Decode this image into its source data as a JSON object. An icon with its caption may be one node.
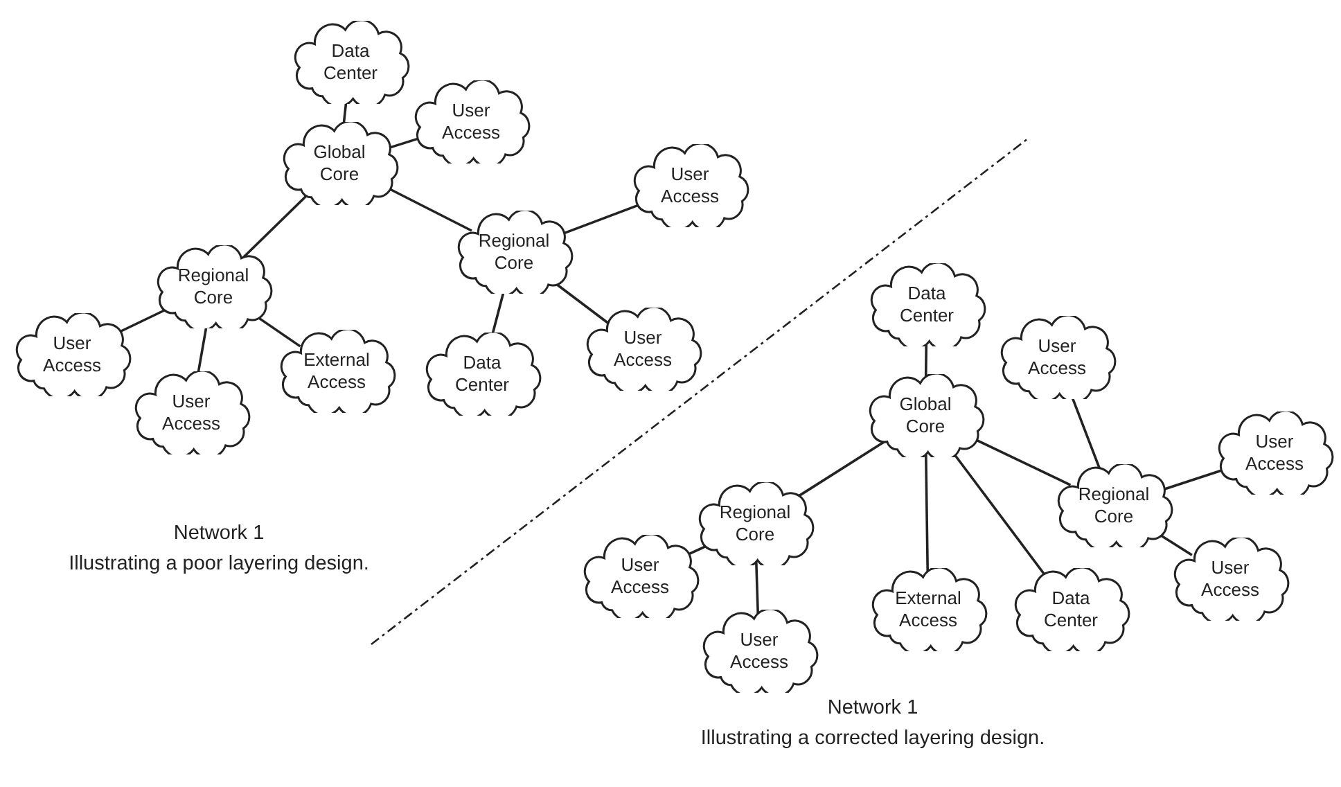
{
  "diagram": {
    "nodes": [
      {
        "text": [
          "Data Center"
        ]
      },
      {
        "text": [
          "User Access"
        ]
      },
      {
        "text": [
          "Global Core"
        ]
      },
      {
        "text": [
          "User Access"
        ]
      },
      {
        "text": [
          "Regional Core"
        ]
      },
      {
        "text": [
          "Regional Core"
        ]
      },
      {
        "text": [
          "User Access"
        ]
      },
      {
        "text": [
          "External Access"
        ]
      },
      {
        "text": [
          "Data Center"
        ]
      },
      {
        "text": [
          "User Access"
        ]
      },
      {
        "text": [
          "User Access"
        ]
      },
      {
        "text": [
          "Data Center"
        ]
      },
      {
        "text": [
          "User Access"
        ]
      },
      {
        "text": [
          "Global Core"
        ]
      },
      {
        "text": [
          "User Access"
        ]
      },
      {
        "text": [
          "Regional Core"
        ]
      },
      {
        "text": [
          "Regional Core"
        ]
      },
      {
        "text": [
          "User Access"
        ]
      },
      {
        "text": [
          "User Access"
        ]
      },
      {
        "text": [
          "External Access"
        ]
      },
      {
        "text": [
          "Data Center"
        ]
      },
      {
        "text": [
          "User Access"
        ]
      }
    ],
    "edges": [
      {
        "from": 0,
        "to": 2,
        "arrow": "none"
      },
      {
        "from": 1,
        "to": 2,
        "arrow": "none"
      },
      {
        "from": 2,
        "to": 5,
        "arrow": "none"
      },
      {
        "from": 2,
        "to": 4,
        "arrow": "none"
      },
      {
        "from": 4,
        "to": 3,
        "arrow": "none"
      },
      {
        "from": 4,
        "to": 9,
        "arrow": "none"
      },
      {
        "from": 4,
        "to": 8,
        "arrow": "none"
      },
      {
        "from": 5,
        "to": 6,
        "arrow": "none"
      },
      {
        "from": 5,
        "to": 10,
        "arrow": "none"
      },
      {
        "from": 5,
        "to": 7,
        "arrow": "none"
      },
      {
        "from": 11,
        "to": 13,
        "arrow": "none"
      },
      {
        "from": 13,
        "to": 16,
        "arrow": "none"
      },
      {
        "from": 13,
        "to": 19,
        "arrow": "none"
      },
      {
        "from": 13,
        "to": 20,
        "arrow": "none"
      },
      {
        "from": 13,
        "to": 15,
        "arrow": "none"
      },
      {
        "from": 12,
        "to": 15,
        "arrow": "none"
      },
      {
        "from": 15,
        "to": 14,
        "arrow": "none"
      },
      {
        "from": 15,
        "to": 18,
        "arrow": "none"
      },
      {
        "from": 16,
        "to": 17,
        "arrow": "none"
      },
      {
        "from": 16,
        "to": 21,
        "arrow": "none"
      }
    ],
    "labels": [
      "Network 1",
      "Illustrating a poor layering design.",
      "Network 1",
      "Illustrating a corrected layering design."
    ]
  }
}
